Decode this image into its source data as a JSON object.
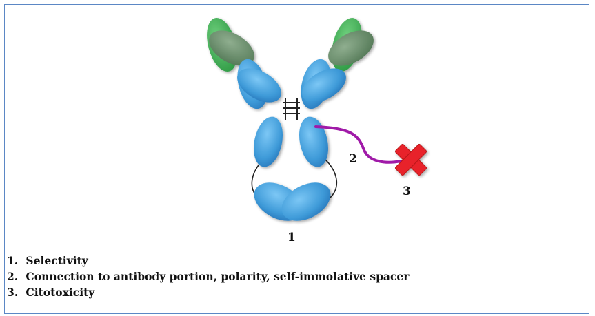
{
  "diagram": {
    "markers": {
      "antibody": "1",
      "linker": "2",
      "payload": "3"
    },
    "legend": [
      {
        "index": "1.",
        "text": "Selectivity"
      },
      {
        "index": "2.",
        "text": "Connection to antibody portion, polarity, self-immolative spacer"
      },
      {
        "index": "3.",
        "text": "Citotoxicity"
      }
    ]
  },
  "colors": {
    "border": "#5b87c5",
    "domain_blue": "#4aa3e0",
    "light_chain_green": "#3fae52",
    "light_chain_dark": "#6c8f6c",
    "linker": "#a01aa8",
    "payload": "#e8242b"
  },
  "icons": [
    "cross-icon"
  ]
}
